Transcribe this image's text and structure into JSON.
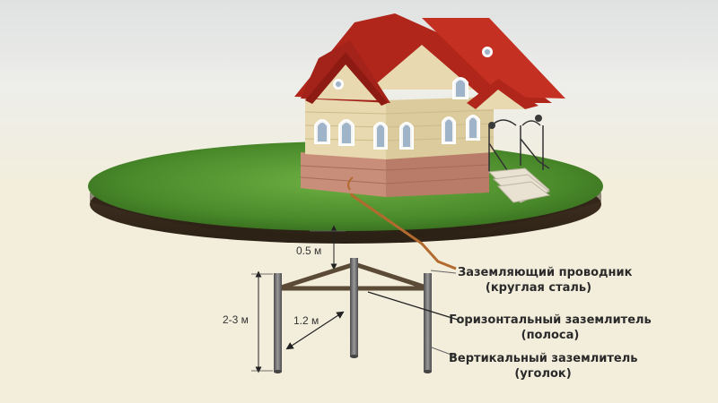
{
  "dimensions": {
    "depth_top": "0.5 м",
    "rod_length": "2-3 м",
    "rod_spacing": "1.2 м"
  },
  "labels": {
    "grounding_conductor": {
      "line1": "Заземляющий проводник",
      "line2": "(круглая сталь)"
    },
    "horizontal_electrode": {
      "line1": "Горизонтальный заземлитель",
      "line2": "(полоса)"
    },
    "vertical_electrode": {
      "line1": "Вертикальный заземлитель",
      "line2": "(уголок)"
    }
  },
  "colors": {
    "background": "#f3eedb",
    "sky": "#e6e8e6",
    "grass": "#4e8f2e",
    "soil": "#3a2c1c",
    "roof": "#b1261b",
    "wall": "#e8d9b0",
    "foundation": "#c98e7a",
    "steel": "#6b6b6b",
    "strip": "#5a4a36",
    "copper_wire": "#b36a2e"
  }
}
